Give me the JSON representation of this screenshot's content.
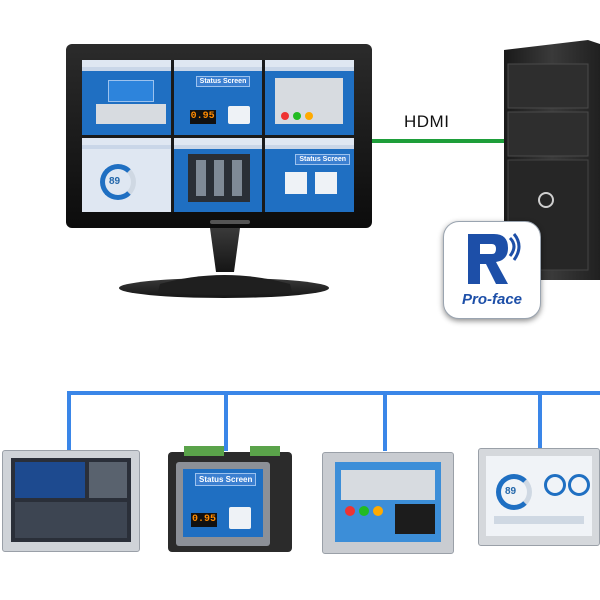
{
  "connection": {
    "label": "HDMI"
  },
  "brand": {
    "logo_text": "Pro-face",
    "logo_letter": "R"
  },
  "monitor_panels": [
    {
      "title": ""
    },
    {
      "title": "Status Screen",
      "value": "0.95"
    },
    {
      "title": ""
    },
    {
      "title": "",
      "gauge_value": "89"
    },
    {
      "title": ""
    },
    {
      "title": "Status Screen"
    }
  ],
  "devices": [
    {
      "name": "hmi-panel-1"
    },
    {
      "name": "hmi-panel-2",
      "title": "Status Screen",
      "value": "0.95"
    },
    {
      "name": "hmi-panel-3"
    },
    {
      "name": "hmi-panel-4",
      "gauge_value": "89"
    }
  ],
  "colors": {
    "hdmi_line": "#1e9e3a",
    "network_line": "#3a86e8",
    "screen_blue": "#1f6fc2",
    "brand_blue": "#1d4fa8"
  }
}
